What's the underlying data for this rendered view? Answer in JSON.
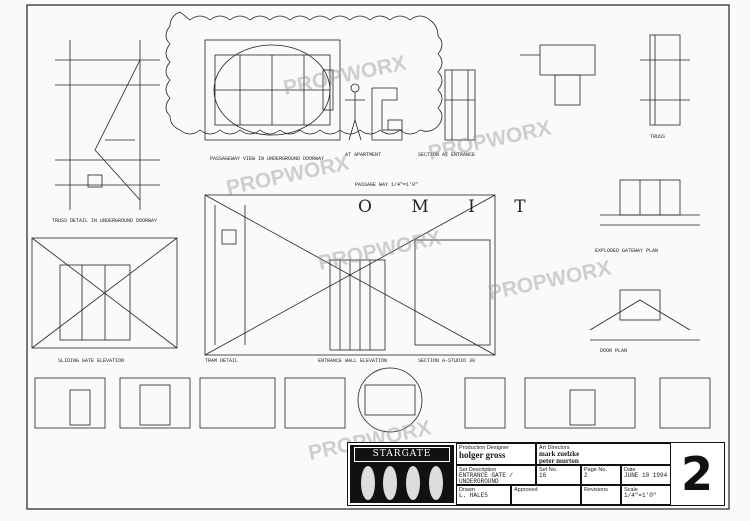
{
  "title_block": {
    "logo_text": "STARGATE",
    "production_designer_label": "Production Designer",
    "production_designer": "holger gross",
    "art_directors_label": "Art Directors",
    "art_director_1": "mark zuelzke",
    "art_director_2": "peter murton",
    "set_description_label": "Set Description",
    "set_description": "ENTRANCE GATE / UNDERGROUND",
    "set_no_label": "Set No.",
    "set_no": "16",
    "page_no_label": "Page No.",
    "page_no": "2",
    "date_label": "Date",
    "date": "JUNE 10 1994",
    "drawn_label": "Drawn",
    "drawn": "L. HALES",
    "approved_label": "Approved",
    "revisions_label": "Revisions",
    "revisions": "",
    "scale_label": "Scale",
    "scale": "1/4\"=1'0\"",
    "sheet_number": "2"
  },
  "omit_label": "O M I T",
  "watermark": "PROPWORX",
  "annotations": {
    "a1": "TRUSS DETAIL IN UNDERGROUND DOORWAY",
    "a2": "PASSAGEWAY VIEW IN UNDERGROUND DOORWAY",
    "a3": "AT APARTMENT",
    "a4": "SECTION AT ENTRANCE",
    "a5": "SLIDING GATE ELEVATION",
    "a6": "TRAM DETAIL",
    "a7": "ENTRANCE WALL ELEVATION",
    "a8": "SECTION A-STUDIO 30",
    "a9": "EXPLODED GATEWAY PLAN",
    "a10": "DOOR PLAN",
    "a11": "TRUSS",
    "a12": "PASSAGE WAY 1/4\"=1'0\""
  }
}
